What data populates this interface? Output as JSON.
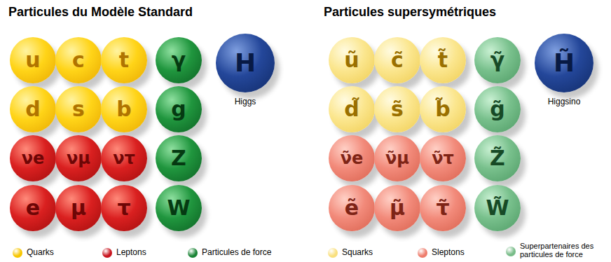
{
  "diagram": {
    "nodes": [
      {
        "text": [
          "u"
        ]
      },
      {
        "text": [
          "c"
        ]
      },
      {
        "text": [
          "t"
        ]
      },
      {
        "text": [
          "γ"
        ]
      },
      {
        "text": [
          "H",
          "Higgs"
        ]
      },
      {
        "text": [
          "d"
        ]
      },
      {
        "text": [
          "s"
        ]
      },
      {
        "text": [
          "b"
        ]
      },
      {
        "text": [
          "g"
        ]
      },
      {
        "text": [
          "νe"
        ]
      },
      {
        "text": [
          "νμ"
        ]
      },
      {
        "text": [
          "ντ"
        ]
      },
      {
        "text": [
          "Z"
        ]
      },
      {
        "text": [
          "e"
        ]
      },
      {
        "text": [
          "μ"
        ]
      },
      {
        "text": [
          "τ"
        ]
      },
      {
        "text": [
          "W"
        ]
      },
      {
        "text": [
          "ũ"
        ]
      },
      {
        "text": [
          "c̃"
        ]
      },
      {
        "text": [
          "t̃"
        ]
      },
      {
        "text": [
          "γ̃"
        ]
      },
      {
        "text": [
          "H̃",
          "Higgsino"
        ]
      },
      {
        "text": [
          "d̃"
        ]
      },
      {
        "text": [
          "s̃"
        ]
      },
      {
        "text": [
          "b̃"
        ]
      },
      {
        "text": [
          "g̃"
        ]
      },
      {
        "text": [
          "ν̃e"
        ]
      },
      {
        "text": [
          "ν̃μ"
        ]
      },
      {
        "text": [
          "ν̃τ"
        ]
      },
      {
        "text": [
          "Z̃"
        ]
      },
      {
        "text": [
          "ẽ"
        ]
      },
      {
        "text": [
          "μ̃"
        ]
      },
      {
        "text": [
          "τ̃"
        ]
      },
      {
        "text": [
          "W̃"
        ]
      }
    ],
    "labels": [
      "Particules du Modèle Standard",
      "Particules supersymétriques"
    ],
    "legend": [
      {
        "text": "Quarks",
        "color": "#f7c600"
      },
      {
        "text": "Leptons",
        "color": "#c8141e"
      },
      {
        "text": "Particules de force",
        "color": "#1b8436"
      },
      {
        "text": "Squarks",
        "color": "#f9e07e"
      },
      {
        "text": "Sleptons",
        "color": "#ee7c6c"
      },
      {
        "text": "Superpartenaires des particules de force",
        "color": "#78bc88"
      }
    ]
  }
}
